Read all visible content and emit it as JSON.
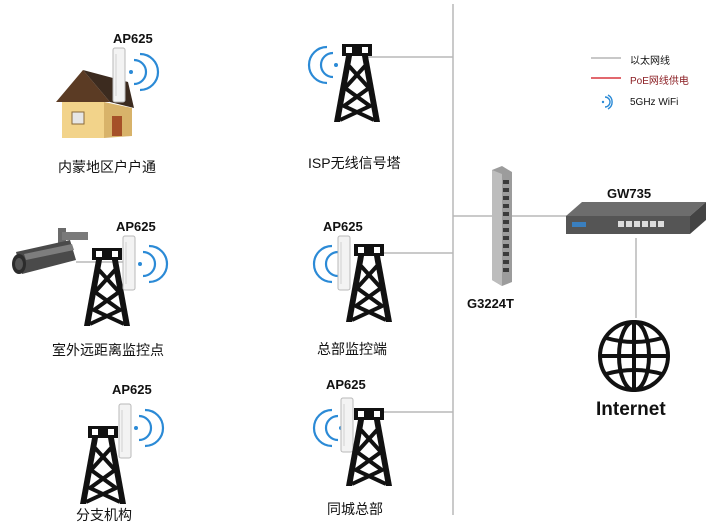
{
  "legend": {
    "ethernet": {
      "label": "以太网线",
      "color": "#b5b5b5"
    },
    "poe": {
      "label": "PoE网线供电",
      "color": "#d9363e"
    },
    "wifi": {
      "label": "5GHz WiFi",
      "color": "#2b8ad6"
    }
  },
  "sites": [
    {
      "id": "inner-mongolia",
      "label": "内蒙地区户户通",
      "device": "AP625"
    },
    {
      "id": "isp-tower",
      "label": "ISP无线信号塔"
    },
    {
      "id": "outdoor-monitor",
      "label": "室外远距离监控点",
      "device": "AP625"
    },
    {
      "id": "hq-monitor",
      "label": "总部监控端",
      "device": "AP625"
    },
    {
      "id": "branch",
      "label": "分支机构",
      "device": "AP625"
    },
    {
      "id": "city-hq",
      "label": "同城总部",
      "device": "AP625"
    }
  ],
  "core": {
    "switch": "G3224T",
    "gateway": "GW735",
    "internet": "Internet"
  }
}
